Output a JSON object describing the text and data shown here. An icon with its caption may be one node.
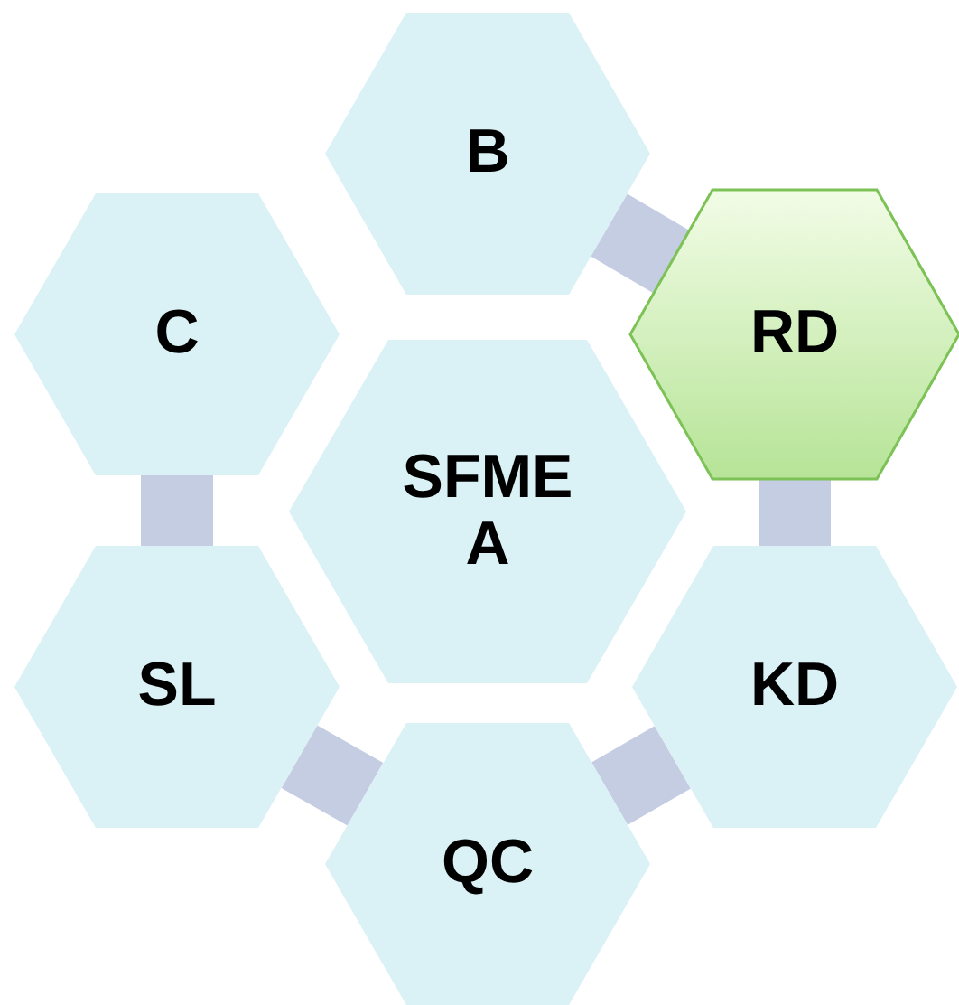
{
  "diagram": {
    "nodes": [
      {
        "text": [
          "B"
        ]
      },
      {
        "text": [
          "C"
        ]
      },
      {
        "text": [
          "RD"
        ]
      },
      {
        "text": [
          "SFMEA"
        ]
      },
      {
        "text": [
          "SL"
        ]
      },
      {
        "text": [
          "KD"
        ]
      },
      {
        "text": [
          "QC"
        ]
      }
    ],
    "edges": [
      {
        "from": 0,
        "to": 2,
        "arrow": "none"
      },
      {
        "from": 2,
        "to": 5,
        "arrow": "none"
      },
      {
        "from": 5,
        "to": 6,
        "arrow": "none"
      },
      {
        "from": 6,
        "to": 4,
        "arrow": "none"
      },
      {
        "from": 4,
        "to": 1,
        "arrow": "none"
      }
    ]
  }
}
